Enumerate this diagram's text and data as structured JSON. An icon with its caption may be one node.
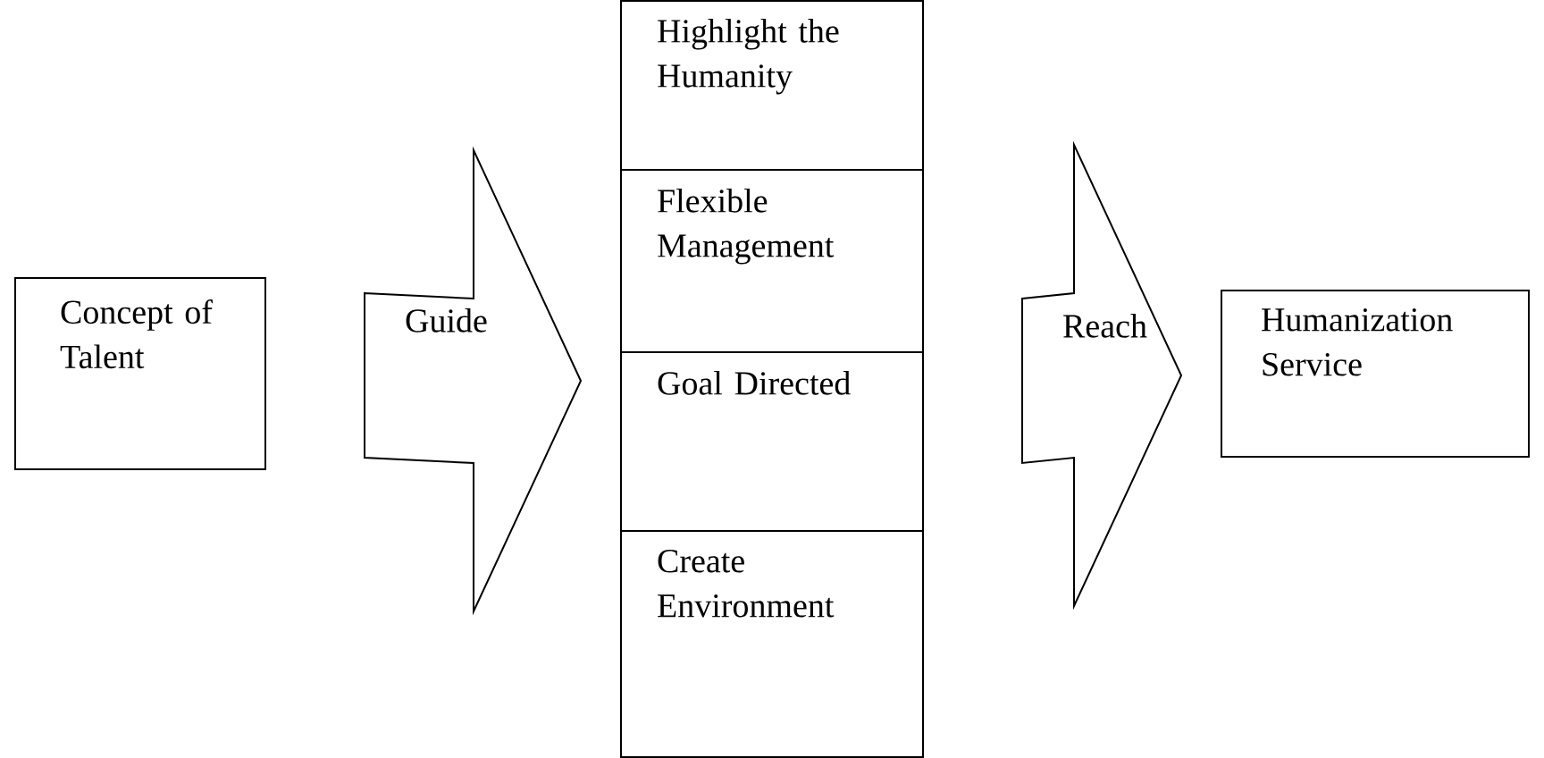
{
  "diagram": {
    "nodes": [
      {
        "text": [
          "Concept of Talent"
        ]
      },
      {
        "text": [],
        "shape": "box"
      },
      {
        "text": [
          "Highlight the Humanity"
        ],
        "in": 1
      },
      {
        "text": [
          "Flexible Management"
        ],
        "in": 1
      },
      {
        "text": [
          "Goal Directed"
        ],
        "in": 1
      },
      {
        "text": [
          "Create Environment"
        ],
        "in": 1
      },
      {
        "text": [
          "Humanization Service"
        ]
      }
    ],
    "edges": [
      {
        "from": 0,
        "to": 1,
        "arrow": "to",
        "label": "Guide"
      },
      {
        "from": 1,
        "to": 6,
        "arrow": "to",
        "label": "Reach"
      }
    ]
  }
}
